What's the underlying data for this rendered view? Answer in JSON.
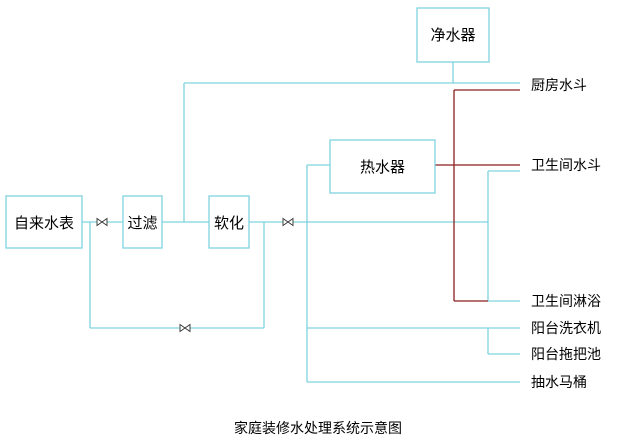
{
  "nodes": {
    "water_meter": "自来水表",
    "filter": "过滤",
    "softener": "软化",
    "heater": "热水器",
    "purifier": "净水器"
  },
  "outlets": {
    "kitchen_sink": "厨房水斗",
    "bathroom_sink": "卫生间水斗",
    "bathroom_shower": "卫生间淋浴",
    "balcony_washer": "阳台洗衣机",
    "balcony_mop_sink": "阳台拖把池",
    "toilet": "抽水马桶"
  },
  "caption": "家庭装修水处理系统示意图",
  "colors": {
    "cold_pipe": "#7fd3df",
    "hot_pipe": "#8b1f1f"
  }
}
